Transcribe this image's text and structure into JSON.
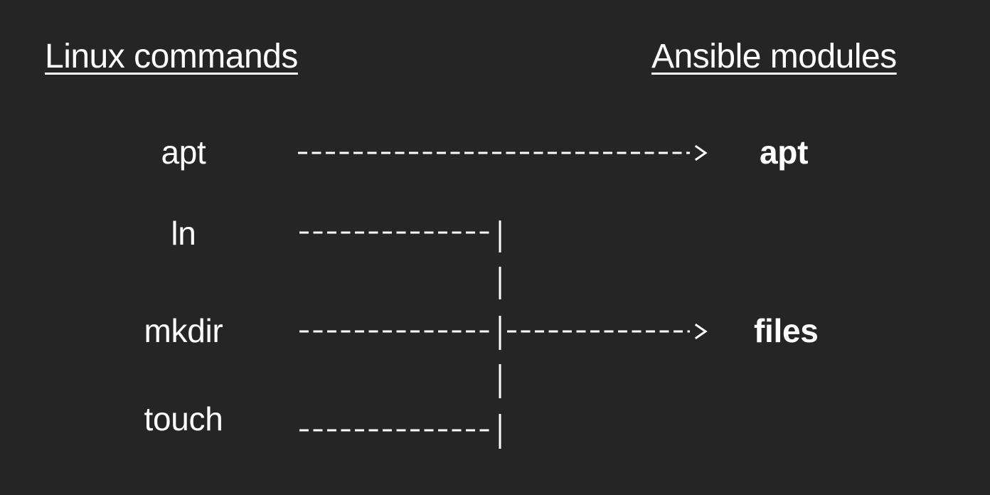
{
  "headings": {
    "left": "Linux commands",
    "right": "Ansible modules"
  },
  "commands": {
    "apt": "apt",
    "ln": "ln",
    "mkdir": "mkdir",
    "touch": "touch"
  },
  "modules": {
    "apt": "apt",
    "files": "files"
  }
}
